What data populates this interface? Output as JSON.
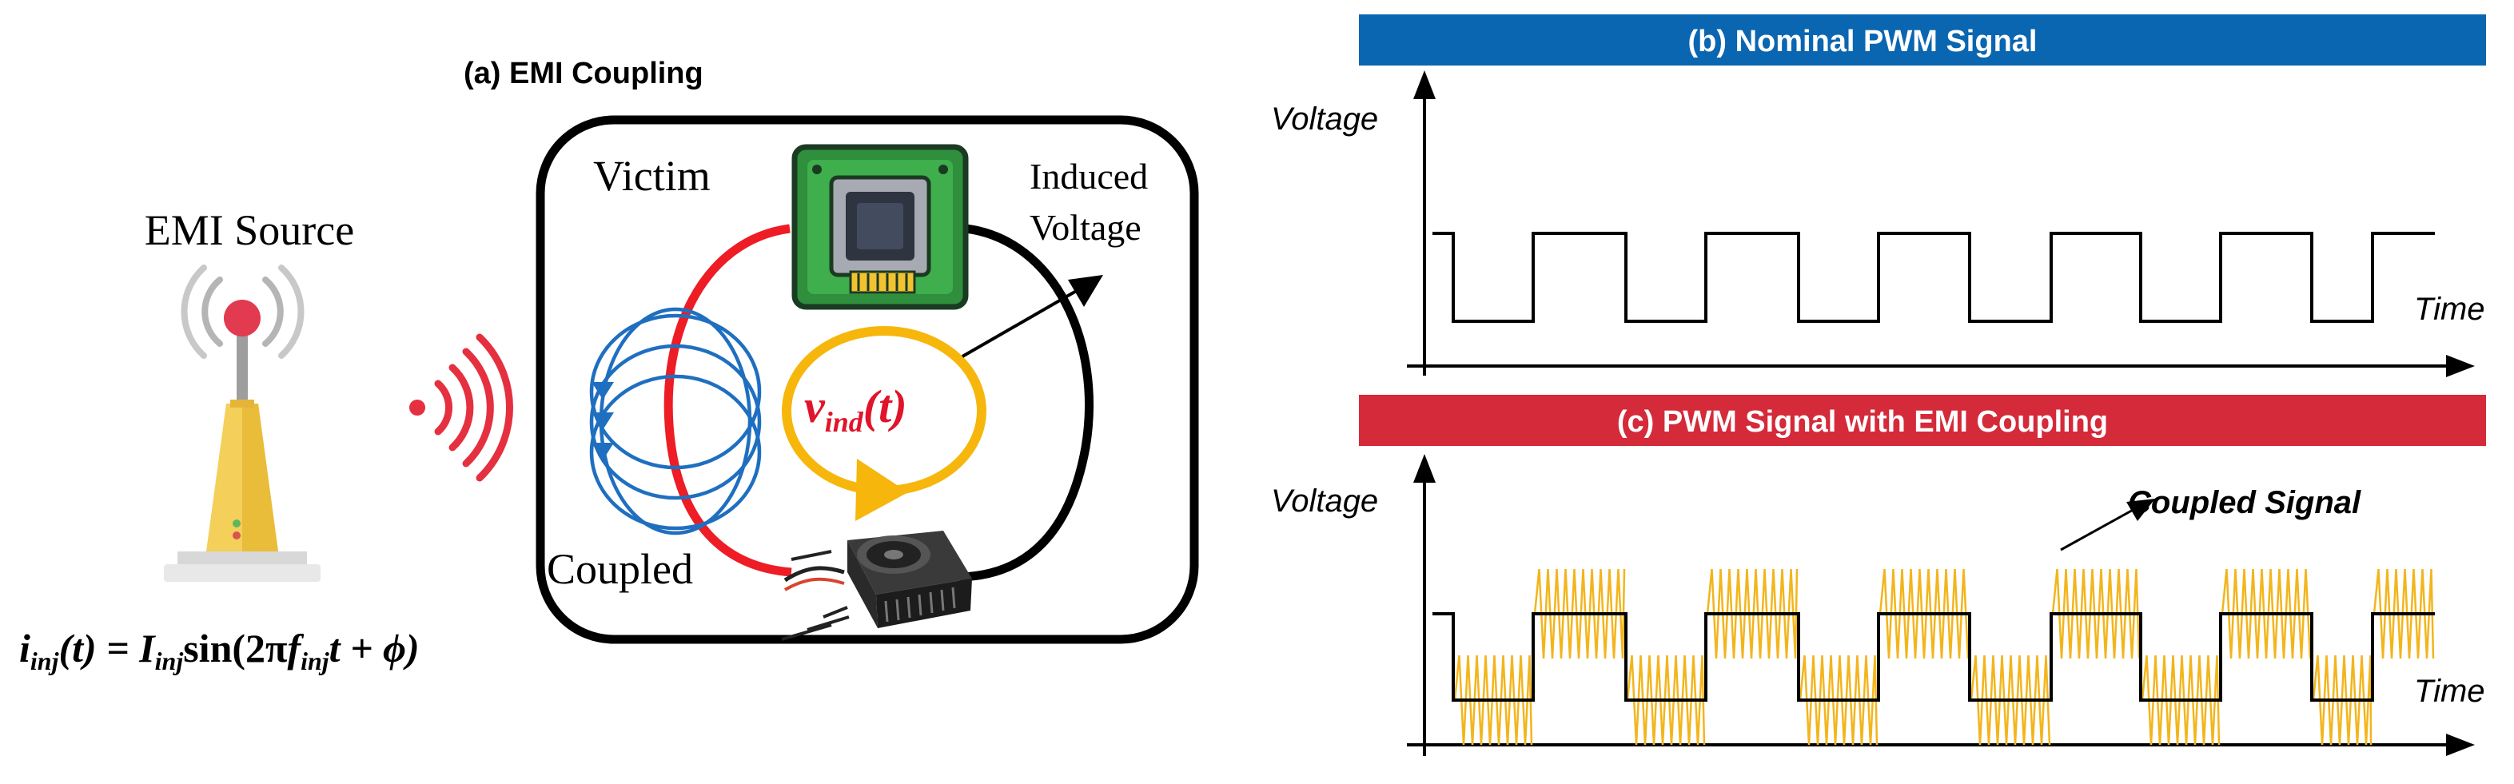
{
  "panel_a": {
    "title": "(a) EMI Coupling",
    "source_label": "EMI Source",
    "equation": {
      "lhs_var": "i",
      "lhs_sub": "inj",
      "lhs_arg": "(t) = ",
      "amp_var": "I",
      "amp_sub": "inj",
      "func": "sin",
      "arg_pre": "(2π",
      "freq_var": "f",
      "freq_sub": "inj",
      "arg_post": "t + ϕ)"
    },
    "victim_label": "Victim",
    "induced_label_line1": "Induced",
    "induced_label_line2": "Voltage",
    "coupled_label": "Coupled",
    "vind": {
      "var": "v",
      "sub": "ind",
      "arg": "(t)"
    }
  },
  "panel_b": {
    "banner": "(b)  Nominal PWM Signal",
    "y_label": "Voltage",
    "x_label": "Time",
    "banner_color": "#0a66b0"
  },
  "panel_c": {
    "banner": "(c)  PWM Signal with EMI Coupling",
    "y_label": "Voltage",
    "x_label": "Time",
    "annotation": "Coupled Signal",
    "banner_color": "#d42a3a",
    "noise_color": "#f2b51c"
  },
  "colors": {
    "emi_wave": "#e53040",
    "loop_red": "#ee1c25",
    "field_blue": "#1f6fc0",
    "induced_yellow": "#f6b60c",
    "vind_text": "#e0142a"
  }
}
